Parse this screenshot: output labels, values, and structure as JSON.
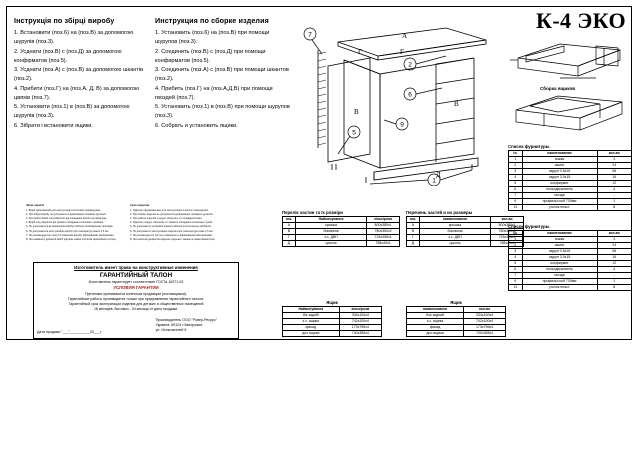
{
  "brand": {
    "title": "К-4 ЭКО"
  },
  "instructions_ua": {
    "title": "Інструкція по збірці виробу",
    "steps": [
      "1. Встановити (поз.6) на (поз.В) за допомогою шурупів (поз.3).",
      "2. Усднати (поз.В) с (поз.Д) за допомогою конфірматов (поз.5).",
      "3. Усднати (поз.А) с (поз.В) за допомогою шкантів (поз.2).",
      "4. Прибити (поз.Г) на (поз.А, Д, В) за допомогою цвяхів (поз.7).",
      "5. Установити (поз.1) в (поз.В) за допомогою шурупів (поз.3).",
      "6. Зібрати і встановити ящики."
    ]
  },
  "instructions_ru": {
    "title": "Инструкция по сборке изделия",
    "steps": [
      "1. Установить (поз.6) на (поз.В) при помощи шурупов (поз.3).",
      "2. Соединить (поз.В) с (поз.Д) при помощи конфирматов (поз.5).",
      "3. Соединить (поз.А) с (поз.В) при помощи шкантов (поз.2).",
      "4. Прибить (поз.Г) на (поз.А,Д,В) при помощи гвоздей (поз.7).",
      "5. Установить (поз.1) в (поз.В) при помощи шурупов (поз.3).",
      "6. Собрать и установить ящики."
    ]
  },
  "diagram": {
    "caption_drawer": "Сборка ящиков",
    "callouts": [
      "1",
      "2",
      "5",
      "6",
      "7",
      "9"
    ],
    "part_labels": [
      "А",
      "В",
      "Г",
      "Д"
    ]
  },
  "hardware_list": {
    "caption": "Список фурнитуры",
    "headers": [
      "№",
      "наименование",
      "кол-во"
    ],
    "rows": [
      {
        "no": "1",
        "name": "ножки",
        "qty": "4"
      },
      {
        "no": "2",
        "name": "шкант",
        "qty": "24"
      },
      {
        "no": "3",
        "name": "шуруп 3,5х16",
        "qty": "56"
      },
      {
        "no": "4",
        "name": "шуруп 3,0х15",
        "qty": "16"
      },
      {
        "no": "5",
        "name": "конфирмат",
        "qty": "12"
      },
      {
        "no": "6",
        "name": "полкодержатель",
        "qty": "4"
      },
      {
        "no": "7",
        "name": "гвозди",
        "qty": "-"
      },
      {
        "no": "9",
        "name": "профильслой 700мм",
        "qty": "1"
      },
      {
        "no": "11",
        "name": "уголок пласт.",
        "qty": "8"
      }
    ]
  },
  "parts_ua": {
    "caption": "Перелік частин та їх розміри",
    "headers": [
      "поз.",
      "Найменування",
      "кільк/розм"
    ],
    "rows": [
      {
        "no": "А",
        "name": "кришка",
        "qty": "800х380х1"
      },
      {
        "no": "В",
        "name": "бокивина",
        "qty": "780х360х2"
      },
      {
        "no": "Г",
        "name": "з.с. ДВП",
        "qty": "725х396х1"
      },
      {
        "no": "Д",
        "name": "цоколь",
        "qty": "768х40х1"
      }
    ]
  },
  "parts_ru": {
    "caption": "Перечень частей и их размеры",
    "headers": [
      "поз.",
      "наименование",
      "кол-во"
    ],
    "rows": [
      {
        "no": "А",
        "name": "крышка",
        "qty": "800х380х1"
      },
      {
        "no": "В",
        "name": "боковина",
        "qty": "780х360х2"
      },
      {
        "no": "Г",
        "name": "з.с. ДВП",
        "qty": "725х396х1"
      },
      {
        "no": "Д",
        "name": "цоколь",
        "qty": "768х40х1"
      }
    ]
  },
  "drawer_ua": {
    "caption": "Ящик",
    "headers": [
      "Найменування",
      "кільк/розм"
    ],
    "rows": [
      {
        "name": "бік задній",
        "qty": "334х100х4"
      },
      {
        "name": "з.с. ящика",
        "qty": "742х100х4"
      },
      {
        "name": "фасад",
        "qty": "173х796х4"
      },
      {
        "name": "дно ящика",
        "qty": "740х355х4"
      }
    ]
  },
  "drawer_ru": {
    "caption": "Ящик",
    "headers": [
      "наименование",
      "кол-во"
    ],
    "rows": [
      {
        "name": "бок задний",
        "qty": "334х100х4"
      },
      {
        "name": "з.с. ящика",
        "qty": "742х100х4"
      },
      {
        "name": "фасад",
        "qty": "173х796х4"
      },
      {
        "name": "дно ящика",
        "qty": "740х355х4"
      }
    ]
  },
  "fineprint_ua": {
    "title": "Збері гарантії",
    "lines": [
      "1. Виріб призначений для експлуатації в житлових приміщеннях.",
      "2. При збірці виробу не допускається деформація основних деталей.",
      "3. При роботі виріб слід оберігати від попадання вологи на поверхню.",
      "4. Виріб слід оберігати від прямого попадання сонячного проміння.",
      "5. Не допускається встановлення виробу поблизу опалювальних приладів.",
      "6. Не допускається експлуатація виробу при температурі нижче 1,5 м/с.",
      "7. Не рекомендується чистити поверхню виробу абразивними матеріалами.",
      "8. При наявності дефектів виріб підлягає заміні протягом гарантійного строку."
    ]
  },
  "fineprint_ru": {
    "title": "Срок гарантии",
    "lines": [
      "1. Изделие предназначено для эксплуатации в жилых помещениях.",
      "2. При сборке изделия не допускается деформация основных деталей.",
      "3. При работе изделие следует оберегать от попадания влаги.",
      "4. Изделие следует оберегать от прямого попадания солнечных лучей.",
      "5. Не допускается установка изделия вблизи отопительных приборов.",
      "6. Не допускается эксплуатация изделия при температуре ниже 1,5 м/с.",
      "7. Не рекомендуется чистить поверхность абразивными материалами.",
      "8. При наличии дефектов изделие подлежит замене в гарантийный срок."
    ]
  },
  "warranty": {
    "top_note": "Изготовитель имеет право на конструктивные изменения",
    "title": "ГАРАНТИЙНЫЙ ТАЛОН",
    "gost": "Изготовитель гарантирует соответствие ГОСТа 16371-93",
    "conditions_title": "УСЛОВИЯ ГАРАНТИИ",
    "body": [
      "Претензии принимаются конечным продавцом (поставщиком).",
      "Гарантийные работы производятся только при предъявлении гарантийного талона.",
      "Гарантийный срок эксплуатации изделия для детских и общественных помещений",
      "18 месяцев, бытовых - 24 месяца от даты продажи."
    ],
    "date_label": "Дата продажи \"___\"__________20___г.",
    "manufacturer": [
      "Производитель ООО \"Ровер-Ресурс\"",
      "Украина, 69124 г.Запорожье",
      "ул. Испытателей 5"
    ]
  }
}
